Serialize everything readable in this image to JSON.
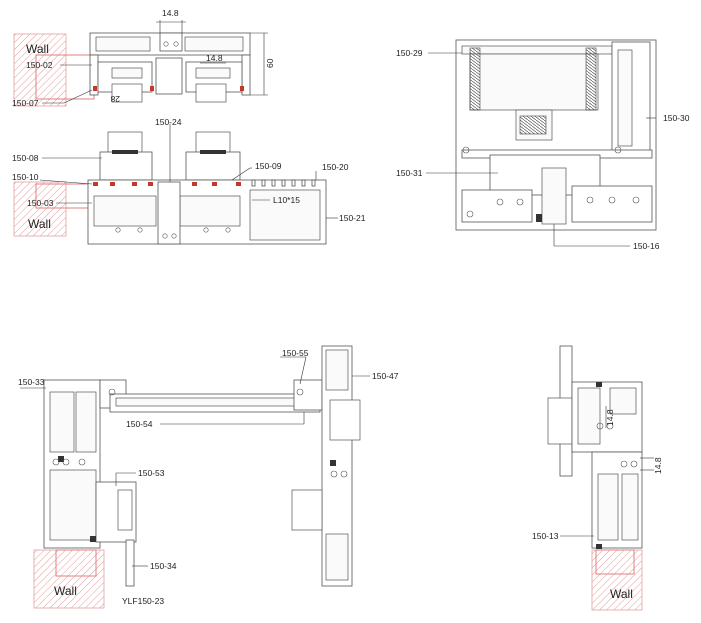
{
  "drawing": {
    "dimensions": {
      "top_width": "14.8",
      "inner_width": "14.8",
      "height": "60",
      "small_dim": "28",
      "dim_c": "14.8",
      "dim_d": "14.8"
    },
    "wall_label": "Wall",
    "labels": {
      "p150_02": "150-02",
      "p150_07": "150-07",
      "p150_24": "150-24",
      "p150_08": "150-08",
      "p150_09": "150-09",
      "p150_20": "150-20",
      "p150_10": "150-10",
      "p150_03": "150-03",
      "l10x15": "L10*15",
      "p150_21": "150-21",
      "p150_29": "150-29",
      "p150_30": "150-30",
      "p150_31": "150-31",
      "p150_16": "150-16",
      "p150_55": "150-55",
      "p150_47": "150-47",
      "p150_33": "150-33",
      "p150_54": "150-54",
      "p150_53": "150-53",
      "p150_34": "150-34",
      "ylf150_23": "YLF150-23",
      "p150_13": "150-13"
    },
    "colors": {
      "line": "#555555",
      "wall_hatch": "#e08080",
      "gasket": "#c0392b"
    }
  }
}
